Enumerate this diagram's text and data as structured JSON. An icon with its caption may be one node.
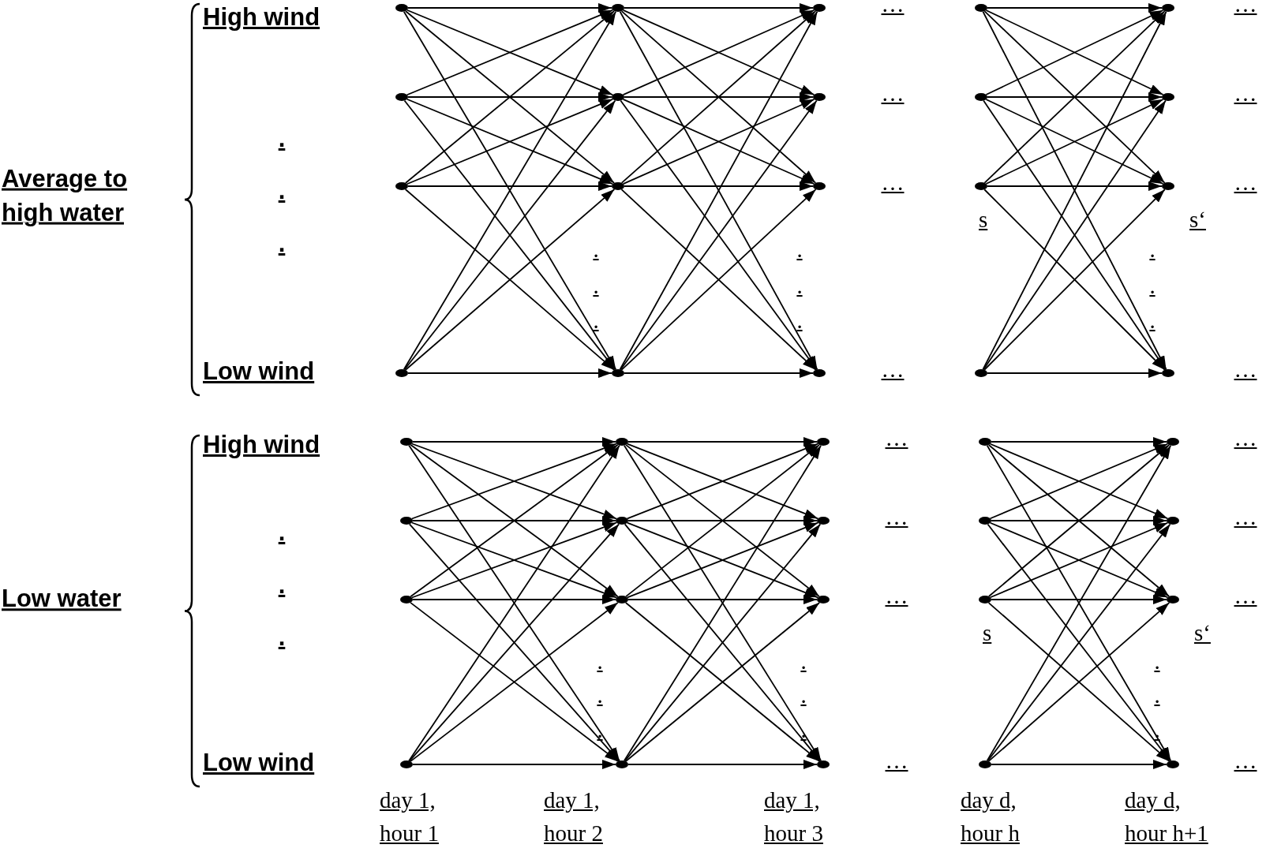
{
  "diagram": {
    "nodes": [
      {
        "text": [],
        "shape": "circle"
      },
      {
        "text": [],
        "shape": "circle"
      },
      {
        "text": [],
        "shape": "circle"
      },
      {
        "text": [],
        "shape": "circle"
      },
      {
        "text": [],
        "shape": "circle"
      },
      {
        "text": [],
        "shape": "circle"
      },
      {
        "text": [],
        "shape": "circle"
      },
      {
        "text": [],
        "shape": "circle"
      },
      {
        "text": [],
        "shape": "circle"
      },
      {
        "text": [],
        "shape": "circle"
      },
      {
        "text": [],
        "shape": "circle"
      },
      {
        "text": [],
        "shape": "circle"
      },
      {
        "text": [],
        "shape": "circle"
      },
      {
        "text": [],
        "shape": "circle"
      },
      {
        "text": [],
        "shape": "circle",
        "beside": [
          "s"
        ]
      },
      {
        "text": [],
        "shape": "circle"
      },
      {
        "text": [],
        "shape": "circle"
      },
      {
        "text": [],
        "shape": "circle"
      },
      {
        "text": [],
        "shape": "circle",
        "beside": [
          "s‘"
        ]
      },
      {
        "text": [],
        "shape": "circle"
      },
      {
        "text": [],
        "shape": "circle"
      },
      {
        "text": [],
        "shape": "circle"
      },
      {
        "text": [],
        "shape": "circle"
      },
      {
        "text": [],
        "shape": "circle"
      },
      {
        "text": [],
        "shape": "circle"
      },
      {
        "text": [],
        "shape": "circle"
      },
      {
        "text": [],
        "shape": "circle"
      },
      {
        "text": [],
        "shape": "circle"
      },
      {
        "text": [],
        "shape": "circle"
      },
      {
        "text": [],
        "shape": "circle"
      },
      {
        "text": [],
        "shape": "circle"
      },
      {
        "text": [],
        "shape": "circle"
      },
      {
        "text": [],
        "shape": "circle"
      },
      {
        "text": [],
        "shape": "circle"
      },
      {
        "text": [],
        "shape": "circle",
        "beside": [
          "s"
        ]
      },
      {
        "text": [],
        "shape": "circle"
      },
      {
        "text": [],
        "shape": "circle"
      },
      {
        "text": [],
        "shape": "circle"
      },
      {
        "text": [],
        "shape": "circle",
        "beside": [
          "s‘"
        ]
      },
      {
        "text": [],
        "shape": "circle"
      }
    ],
    "edges": [
      {
        "from": 0,
        "to": 4,
        "arrow": "to"
      },
      {
        "from": 0,
        "to": 5,
        "arrow": "to"
      },
      {
        "from": 0,
        "to": 6,
        "arrow": "to"
      },
      {
        "from": 0,
        "to": 7,
        "arrow": "to"
      },
      {
        "from": 1,
        "to": 4,
        "arrow": "to"
      },
      {
        "from": 1,
        "to": 5,
        "arrow": "to"
      },
      {
        "from": 1,
        "to": 6,
        "arrow": "to"
      },
      {
        "from": 1,
        "to": 7,
        "arrow": "to"
      },
      {
        "from": 2,
        "to": 4,
        "arrow": "to"
      },
      {
        "from": 2,
        "to": 5,
        "arrow": "to"
      },
      {
        "from": 2,
        "to": 6,
        "arrow": "to"
      },
      {
        "from": 2,
        "to": 7,
        "arrow": "to"
      },
      {
        "from": 3,
        "to": 4,
        "arrow": "to"
      },
      {
        "from": 3,
        "to": 5,
        "arrow": "to"
      },
      {
        "from": 3,
        "to": 6,
        "arrow": "to"
      },
      {
        "from": 3,
        "to": 7,
        "arrow": "to"
      },
      {
        "from": 4,
        "to": 8,
        "arrow": "to"
      },
      {
        "from": 4,
        "to": 9,
        "arrow": "to"
      },
      {
        "from": 4,
        "to": 10,
        "arrow": "to"
      },
      {
        "from": 4,
        "to": 11,
        "arrow": "to"
      },
      {
        "from": 5,
        "to": 8,
        "arrow": "to"
      },
      {
        "from": 5,
        "to": 9,
        "arrow": "to"
      },
      {
        "from": 5,
        "to": 10,
        "arrow": "to"
      },
      {
        "from": 5,
        "to": 11,
        "arrow": "to"
      },
      {
        "from": 6,
        "to": 8,
        "arrow": "to"
      },
      {
        "from": 6,
        "to": 9,
        "arrow": "to"
      },
      {
        "from": 6,
        "to": 10,
        "arrow": "to"
      },
      {
        "from": 6,
        "to": 11,
        "arrow": "to"
      },
      {
        "from": 7,
        "to": 8,
        "arrow": "to"
      },
      {
        "from": 7,
        "to": 9,
        "arrow": "to"
      },
      {
        "from": 7,
        "to": 10,
        "arrow": "to"
      },
      {
        "from": 7,
        "to": 11,
        "arrow": "to"
      },
      {
        "from": 12,
        "to": 16,
        "arrow": "to"
      },
      {
        "from": 12,
        "to": 17,
        "arrow": "to"
      },
      {
        "from": 12,
        "to": 18,
        "arrow": "to"
      },
      {
        "from": 12,
        "to": 19,
        "arrow": "to"
      },
      {
        "from": 13,
        "to": 16,
        "arrow": "to"
      },
      {
        "from": 13,
        "to": 17,
        "arrow": "to"
      },
      {
        "from": 13,
        "to": 18,
        "arrow": "to"
      },
      {
        "from": 13,
        "to": 19,
        "arrow": "to"
      },
      {
        "from": 14,
        "to": 16,
        "arrow": "to"
      },
      {
        "from": 14,
        "to": 17,
        "arrow": "to"
      },
      {
        "from": 14,
        "to": 18,
        "arrow": "to"
      },
      {
        "from": 14,
        "to": 19,
        "arrow": "to"
      },
      {
        "from": 15,
        "to": 16,
        "arrow": "to"
      },
      {
        "from": 15,
        "to": 17,
        "arrow": "to"
      },
      {
        "from": 15,
        "to": 18,
        "arrow": "to"
      },
      {
        "from": 15,
        "to": 19,
        "arrow": "to"
      },
      {
        "from": 20,
        "to": 24,
        "arrow": "to"
      },
      {
        "from": 20,
        "to": 25,
        "arrow": "to"
      },
      {
        "from": 20,
        "to": 26,
        "arrow": "to"
      },
      {
        "from": 20,
        "to": 27,
        "arrow": "to"
      },
      {
        "from": 21,
        "to": 24,
        "arrow": "to"
      },
      {
        "from": 21,
        "to": 25,
        "arrow": "to"
      },
      {
        "from": 21,
        "to": 26,
        "arrow": "to"
      },
      {
        "from": 21,
        "to": 27,
        "arrow": "to"
      },
      {
        "from": 22,
        "to": 24,
        "arrow": "to"
      },
      {
        "from": 22,
        "to": 25,
        "arrow": "to"
      },
      {
        "from": 22,
        "to": 26,
        "arrow": "to"
      },
      {
        "from": 22,
        "to": 27,
        "arrow": "to"
      },
      {
        "from": 23,
        "to": 24,
        "arrow": "to"
      },
      {
        "from": 23,
        "to": 25,
        "arrow": "to"
      },
      {
        "from": 23,
        "to": 26,
        "arrow": "to"
      },
      {
        "from": 23,
        "to": 27,
        "arrow": "to"
      },
      {
        "from": 24,
        "to": 28,
        "arrow": "to"
      },
      {
        "from": 24,
        "to": 29,
        "arrow": "to"
      },
      {
        "from": 24,
        "to": 30,
        "arrow": "to"
      },
      {
        "from": 24,
        "to": 31,
        "arrow": "to"
      },
      {
        "from": 25,
        "to": 28,
        "arrow": "to"
      },
      {
        "from": 25,
        "to": 29,
        "arrow": "to"
      },
      {
        "from": 25,
        "to": 30,
        "arrow": "to"
      },
      {
        "from": 25,
        "to": 31,
        "arrow": "to"
      },
      {
        "from": 26,
        "to": 28,
        "arrow": "to"
      },
      {
        "from": 26,
        "to": 29,
        "arrow": "to"
      },
      {
        "from": 26,
        "to": 30,
        "arrow": "to"
      },
      {
        "from": 26,
        "to": 31,
        "arrow": "to"
      },
      {
        "from": 27,
        "to": 28,
        "arrow": "to"
      },
      {
        "from": 27,
        "to": 29,
        "arrow": "to"
      },
      {
        "from": 27,
        "to": 30,
        "arrow": "to"
      },
      {
        "from": 27,
        "to": 31,
        "arrow": "to"
      },
      {
        "from": 32,
        "to": 36,
        "arrow": "to"
      },
      {
        "from": 32,
        "to": 37,
        "arrow": "to"
      },
      {
        "from": 32,
        "to": 38,
        "arrow": "to"
      },
      {
        "from": 32,
        "to": 39,
        "arrow": "to"
      },
      {
        "from": 33,
        "to": 36,
        "arrow": "to"
      },
      {
        "from": 33,
        "to": 37,
        "arrow": "to"
      },
      {
        "from": 33,
        "to": 38,
        "arrow": "to"
      },
      {
        "from": 33,
        "to": 39,
        "arrow": "to"
      },
      {
        "from": 34,
        "to": 36,
        "arrow": "to"
      },
      {
        "from": 34,
        "to": 37,
        "arrow": "to"
      },
      {
        "from": 34,
        "to": 38,
        "arrow": "to"
      },
      {
        "from": 34,
        "to": 39,
        "arrow": "to"
      },
      {
        "from": 35,
        "to": 36,
        "arrow": "to"
      },
      {
        "from": 35,
        "to": 37,
        "arrow": "to"
      },
      {
        "from": 35,
        "to": 38,
        "arrow": "to"
      },
      {
        "from": 35,
        "to": 39,
        "arrow": "to"
      }
    ],
    "labels": [
      "Average to high water",
      "High wind",
      ".",
      ".",
      ".",
      "Low wind",
      "…",
      "…",
      "…",
      "…",
      "…",
      "…",
      "…",
      "…",
      ".",
      ".",
      ".",
      ".",
      ".",
      ".",
      ".",
      ".",
      ".",
      "Low water",
      "High wind",
      ".",
      ".",
      ".",
      "Low wind",
      "…",
      "…",
      "…",
      "…",
      "…",
      "…",
      "…",
      "…",
      ".",
      ".",
      ".",
      ".",
      ".",
      ".",
      ".",
      ".",
      ".",
      "day 1, hour 1",
      "day 1, hour 2",
      "day 1, hour 3",
      "day d, hour h",
      "day d, hour h+1"
    ]
  }
}
